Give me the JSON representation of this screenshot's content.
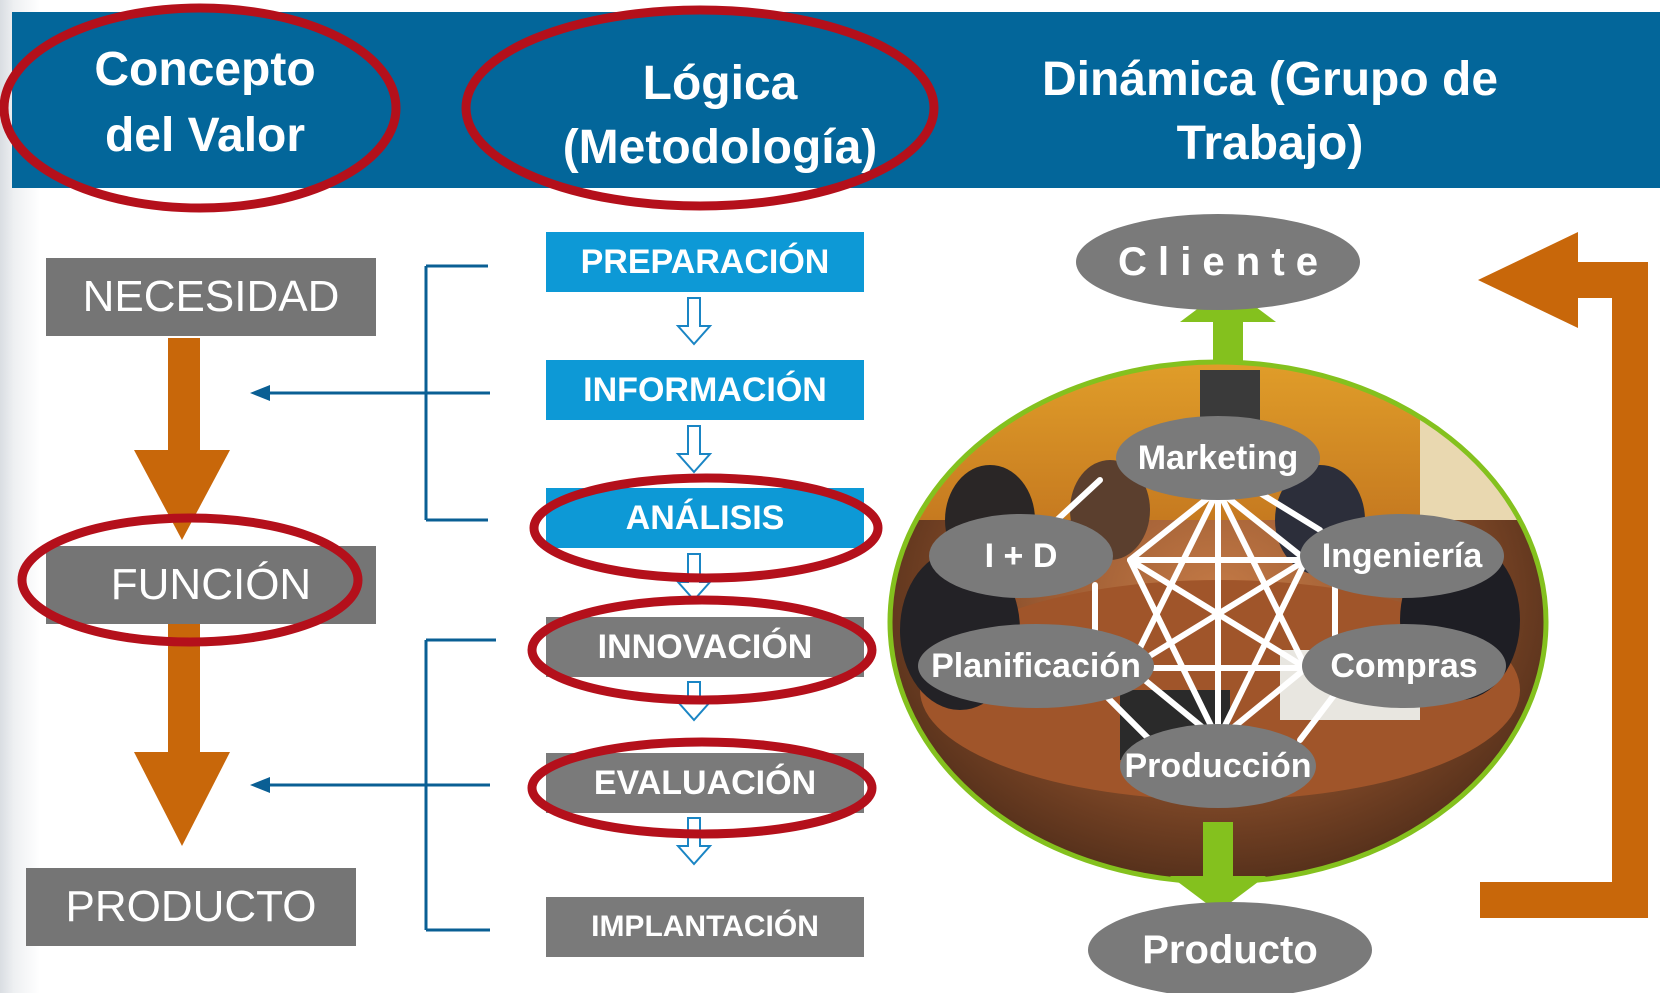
{
  "header": {
    "col1": [
      "Concepto",
      "del Valor"
    ],
    "col2": [
      "Lógica",
      "(Metodología)"
    ],
    "col3": [
      "Dinámica (Grupo de",
      "Trabajo)"
    ]
  },
  "concept": {
    "items": [
      "NECESIDAD",
      "FUNCIÓN",
      "PRODUCTO"
    ]
  },
  "methodology": {
    "steps": [
      "PREPARACIÓN",
      "INFORMACIÓN",
      "ANÁLISIS",
      "INNOVACIÓN",
      "EVALUACIÓN",
      "IMPLANTACIÓN"
    ]
  },
  "team": {
    "top": "C l i e n t e",
    "bottom": "Producto",
    "nodes": [
      "Marketing",
      "I + D",
      "Ingeniería",
      "Planificación",
      "Compras",
      "Producción"
    ]
  },
  "colors": {
    "header_blue": "#03669a",
    "step_blue": "#0d99d6",
    "box_gray": "#7a7a7a",
    "orange_arrow": "#c8670a",
    "highlight_red": "#b4101b",
    "green_arrow": "#84c11e",
    "connector_blue": "#0a5f94"
  }
}
